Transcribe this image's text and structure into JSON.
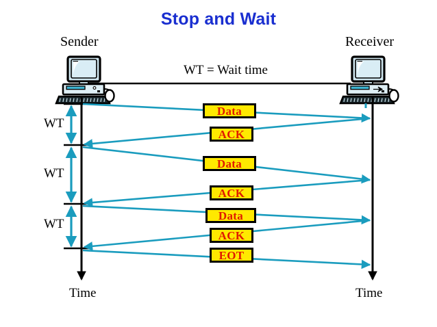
{
  "slide": {
    "title": "Stop and Wait",
    "title_color": "#1a2fd0",
    "background_color": "#ffffff"
  },
  "endpoints": {
    "sender": {
      "label": "Sender",
      "icon": "desktop-computer-icon",
      "time_axis_label": "Time"
    },
    "receiver": {
      "label": "Receiver",
      "icon": "desktop-computer-icon",
      "time_axis_label": "Time"
    }
  },
  "legend": {
    "text": "WT = Wait time"
  },
  "colors": {
    "arrow": "#1a9cbe",
    "box_fill": "#ffe900",
    "box_border": "#000000",
    "box_text": "#e01b00",
    "axis": "#000000",
    "screen": "#cfe6ef"
  },
  "wait_intervals": [
    {
      "label": "WT",
      "index": 1
    },
    {
      "label": "WT",
      "index": 2
    },
    {
      "label": "WT",
      "index": 3
    }
  ],
  "messages": [
    {
      "label": "Data",
      "direction": "sender-to-receiver",
      "seq": 1
    },
    {
      "label": "ACK",
      "direction": "receiver-to-sender",
      "seq": 2
    },
    {
      "label": "Data",
      "direction": "sender-to-receiver",
      "seq": 3
    },
    {
      "label": "ACK",
      "direction": "receiver-to-sender",
      "seq": 4
    },
    {
      "label": "Data",
      "direction": "sender-to-receiver",
      "seq": 5
    },
    {
      "label": "ACK",
      "direction": "receiver-to-sender",
      "seq": 6
    },
    {
      "label": "EOT",
      "direction": "sender-to-receiver",
      "seq": 7
    }
  ]
}
